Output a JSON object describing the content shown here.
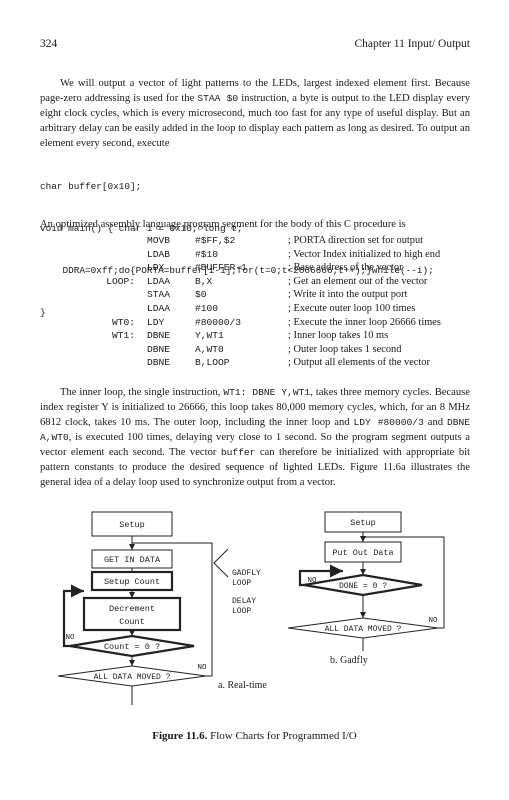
{
  "header": {
    "page_number": "324",
    "chapter": "Chapter 11   Input/ Output"
  },
  "intro": {
    "t1": "We will output a vector of light patterns to the LEDs, largest indexed element first. Because page-zero addressing is used for the ",
    "code1": "STAA  $0",
    "t2": "  instruction, a byte is output to the LED display every eight clock cycles, which is every microsecond, much too fast for any type of useful display. But an arbitrary delay can be easily added in the loop to display each pattern as long as desired. To output an element every second, execute"
  },
  "c_code": [
    "char buffer[0x10];",
    "void main() { char i = 0x10; long t;",
    "    DDRA=0xff;do{PORTA=buffer[i-1];for(t=0;t<2666666;t++);}while(--i);",
    "}"
  ],
  "asm_intro": "An optimized assembly language program segment for the body of this C procedure is",
  "asm": [
    {
      "label": "",
      "op": "MOVB",
      "arg": "#$FF,$2",
      "comment": "; PORTA direction set for output"
    },
    {
      "label": "",
      "op": "LDAB",
      "arg": "#$10",
      "comment": "; Vector Index initialized to high end"
    },
    {
      "label": "",
      "op": "LDX",
      "arg": "#BUFFER-1",
      "comment": "; Base address of the vector"
    },
    {
      "label": "LOOP:",
      "op": "LDAA",
      "arg": "B,X",
      "comment": "; Get an element out of the vector"
    },
    {
      "label": "",
      "op": "STAA",
      "arg": "$0",
      "comment": "; Write it into the output port"
    },
    {
      "label": "",
      "op": "LDAA",
      "arg": "#100",
      "comment": "; Execute outer loop 100 times"
    },
    {
      "label": "WT0:",
      "op": "LDY",
      "arg": "#80000/3",
      "comment": "; Execute the inner loop 26666 times"
    },
    {
      "label": "WT1:",
      "op": "DBNE",
      "arg": "Y,WT1",
      "comment": "; Inner loop takes 10 ms"
    },
    {
      "label": "",
      "op": "DBNE",
      "arg": "A,WT0",
      "comment": "; Outer loop takes 1 second"
    },
    {
      "label": "",
      "op": "DBNE",
      "arg": "B,LOOP",
      "comment": "; Output all elements of the vector"
    }
  ],
  "body2": {
    "t1": "The inner loop, the single instruction, ",
    "c1": "WT1:  DBNE  Y,WT1",
    "t2": ", takes three memory cycles. Because index register Y is initialized to 26666, this loop takes 80,000 memory cycles, which, for an 8 MHz 6812 clock, takes 10 ms. The outer loop, including the inner loop and ",
    "c2": "LDY #80000/3",
    "t3": " and ",
    "c3": "DBNE A,WT0",
    "t4": ", is executed 100 times, delaying very close to 1 second.  So the program segment outputs a vector element each second. The vector ",
    "c4": "buffer",
    "t5": " can therefore be initialized with appropriate bit pattern constants to produce the desired sequence of lighted LEDs. Figure 11.6a illustrates the general idea of a delay loop used to synchronize output from a vector."
  },
  "figure": {
    "a": {
      "setup": "Setup",
      "get_in_data": "GET IN DATA",
      "setup_count": "Setup Count",
      "decrement": "Decrement",
      "count": "Count",
      "count_test": "Count = 0 ?",
      "all_moved": "ALL DATA MOVED ?",
      "no1": "NO",
      "no2": "NO",
      "caption": "a. Real-time"
    },
    "mid": {
      "gadfly": "GADFLY",
      "loop1": "LOOP",
      "delay": "DELAY",
      "loop2": "LOOP"
    },
    "b": {
      "setup": "Setup",
      "put_out": "Put Out Data",
      "done_test": "DONE = 0 ?",
      "all_moved": "ALL DATA MOVED ?",
      "no1": "NO",
      "no2": "NO",
      "caption": "b. Gadfly"
    },
    "caption_bold": "Figure 11.6.",
    "caption_text": " Flow Charts for Programmed I/O"
  }
}
